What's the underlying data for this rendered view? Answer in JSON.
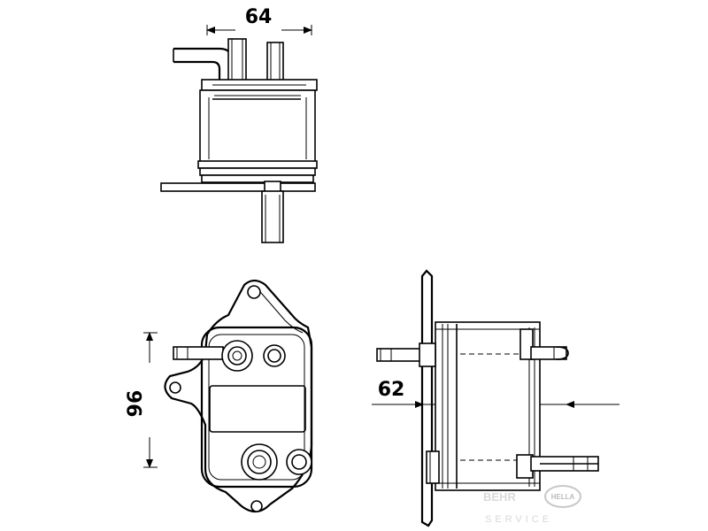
{
  "dimensions": {
    "width_top": "64",
    "height_front": "96",
    "depth_side": "62"
  },
  "logo": {
    "brand": "BEHR",
    "partner": "HELLA",
    "service": "SERVICE",
    "brand_color": "#dcdcdc",
    "partner_color": "#bdbdbd"
  }
}
